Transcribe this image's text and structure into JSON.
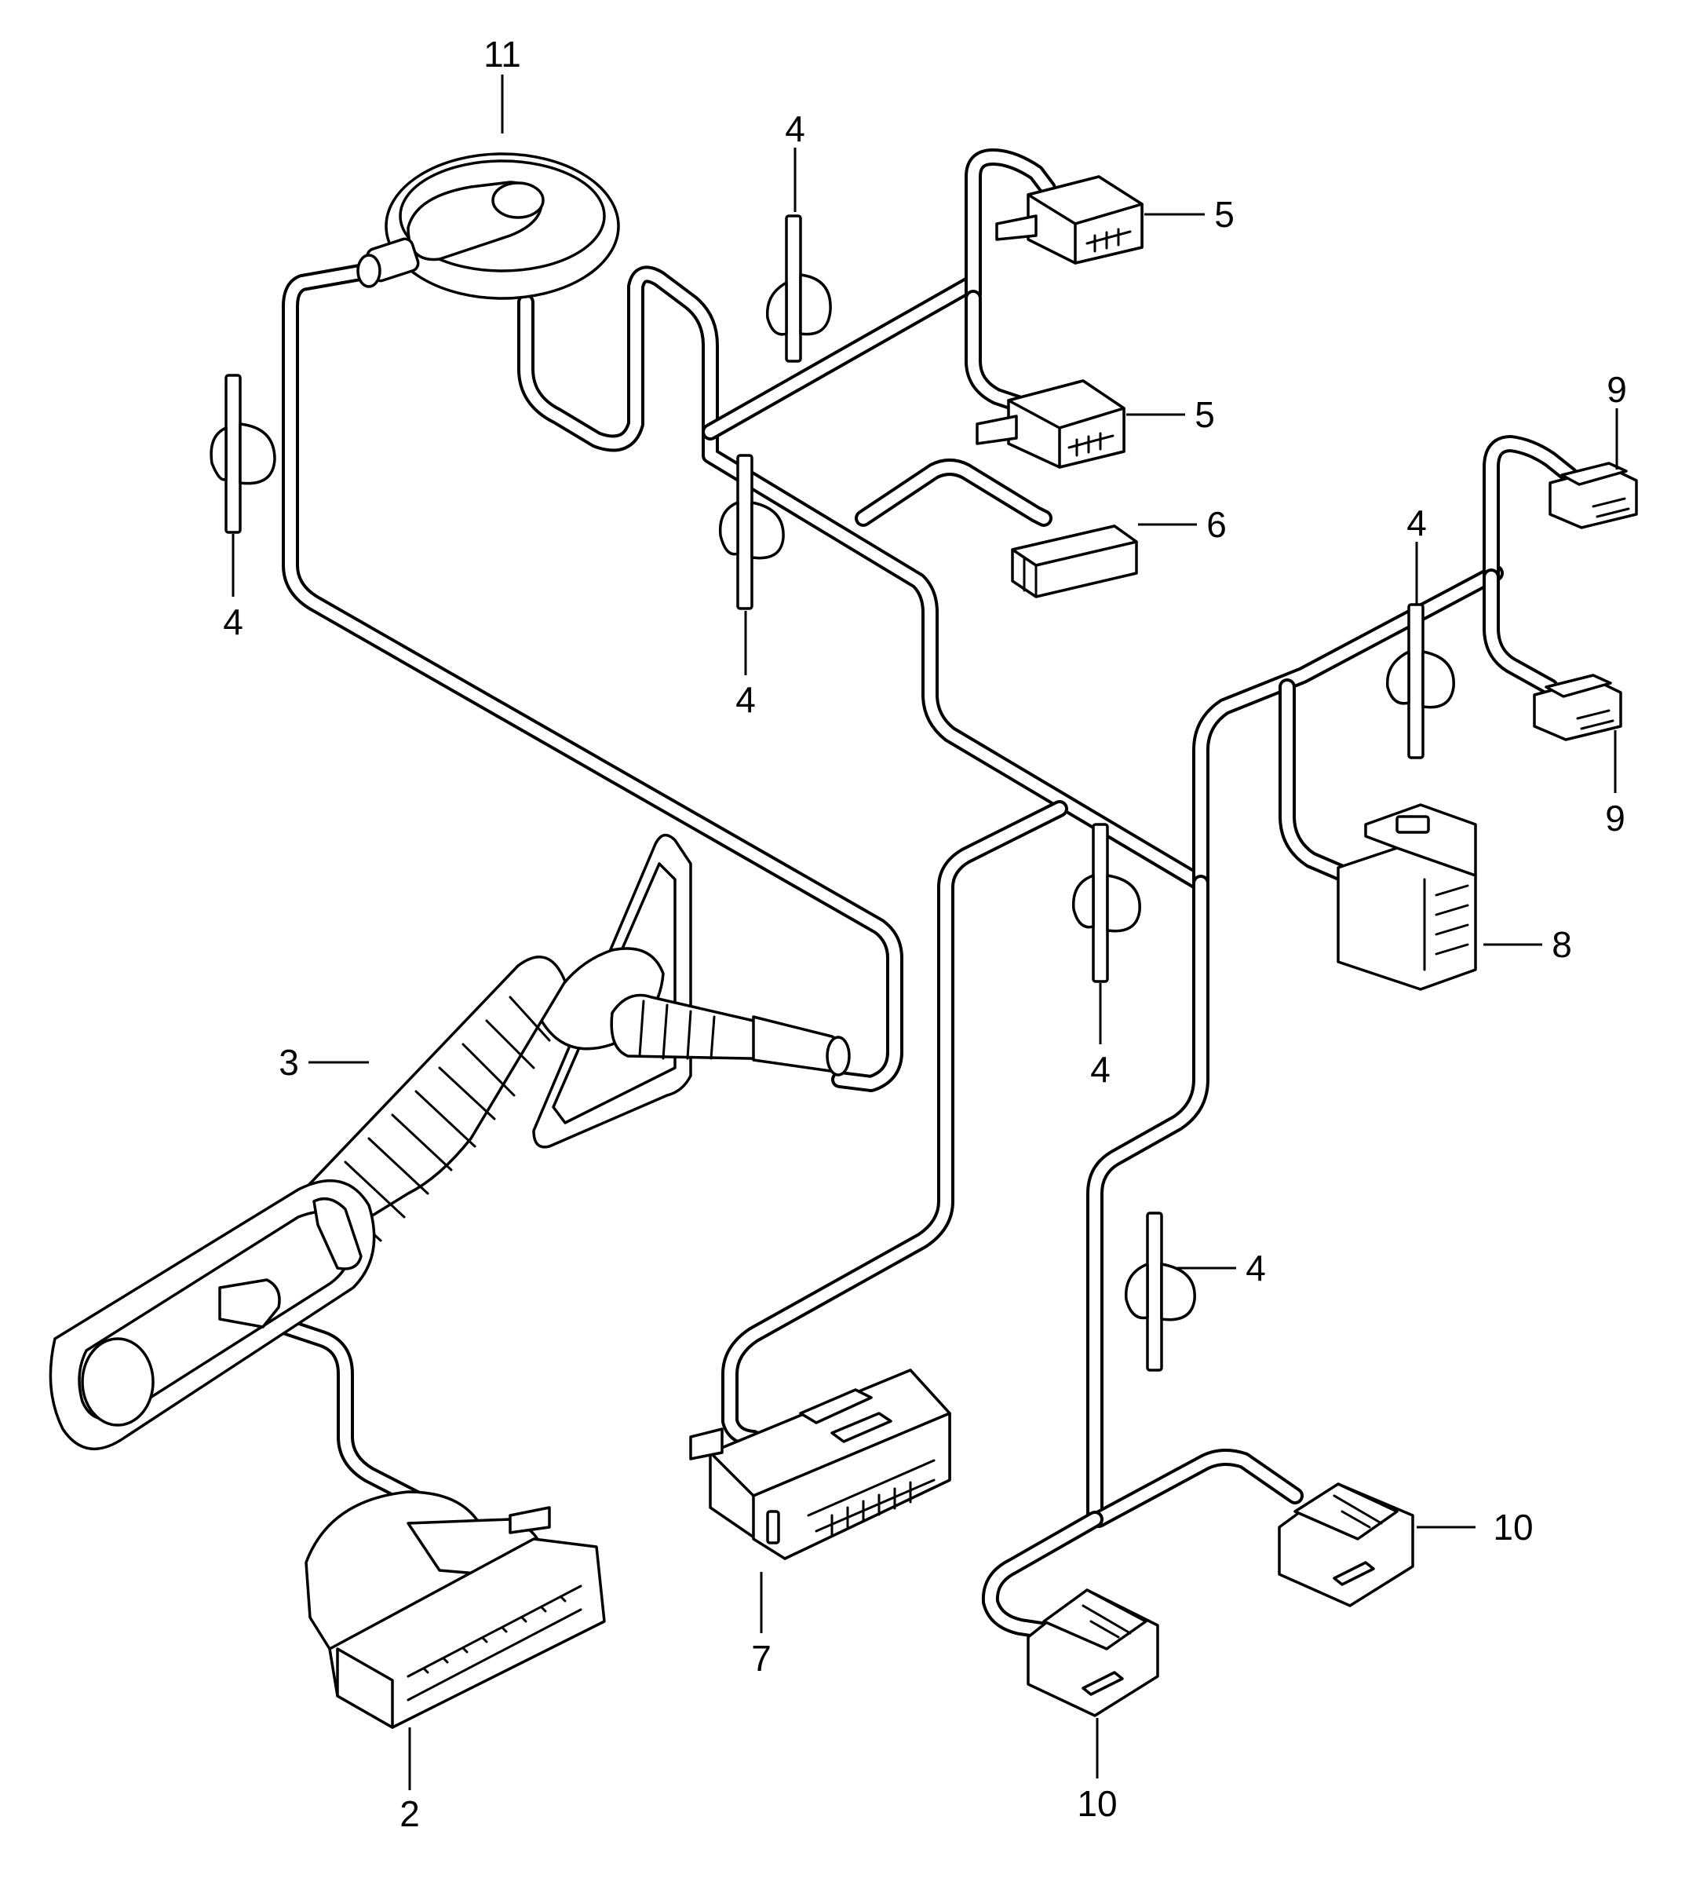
{
  "callouts": [
    {
      "id": "c11",
      "label": "11"
    },
    {
      "id": "c4a",
      "label": "4"
    },
    {
      "id": "c4b",
      "label": "4"
    },
    {
      "id": "c4c",
      "label": "4"
    },
    {
      "id": "c4d",
      "label": "4"
    },
    {
      "id": "c4e",
      "label": "4"
    },
    {
      "id": "c4f",
      "label": "4"
    },
    {
      "id": "c5a",
      "label": "5"
    },
    {
      "id": "c5b",
      "label": "5"
    },
    {
      "id": "c6",
      "label": "6"
    },
    {
      "id": "c9a",
      "label": "9"
    },
    {
      "id": "c9b",
      "label": "9"
    },
    {
      "id": "c8",
      "label": "8"
    },
    {
      "id": "c3",
      "label": "3"
    },
    {
      "id": "c7",
      "label": "7"
    },
    {
      "id": "c2",
      "label": "2"
    },
    {
      "id": "c10a",
      "label": "10"
    },
    {
      "id": "c10b",
      "label": "10"
    }
  ]
}
